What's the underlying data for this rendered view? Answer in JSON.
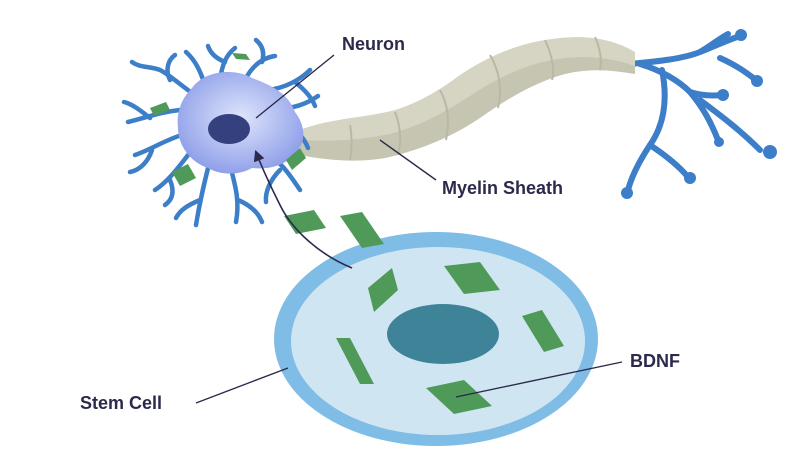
{
  "labels": {
    "neuron": "Neuron",
    "myelin_sheath": "Myelin Sheath",
    "stem_cell": "Stem Cell",
    "bdnf": "BDNF"
  },
  "colors": {
    "label_text": "#2b2a4c",
    "leader_line": "#2b2a4c",
    "dendrite": "#3d7ec9",
    "neuron_body_edge": "#8a9be8",
    "neuron_body_center": "#dfe5fb",
    "neuron_nucleus": "#35407e",
    "myelin": "#d6d5c3",
    "myelin_shade": "#b9b8a3",
    "bdnf": "#4f9a58",
    "stem_cell_membrane": "#7fbce6",
    "stem_cell_cytoplasm": "#cfe6f2",
    "stem_cell_nucleus": "#3e8397"
  },
  "icons": {
    "secretion_arrow": "curved-arrow-icon",
    "bdnf_particle": "green-rhombus-icon"
  }
}
